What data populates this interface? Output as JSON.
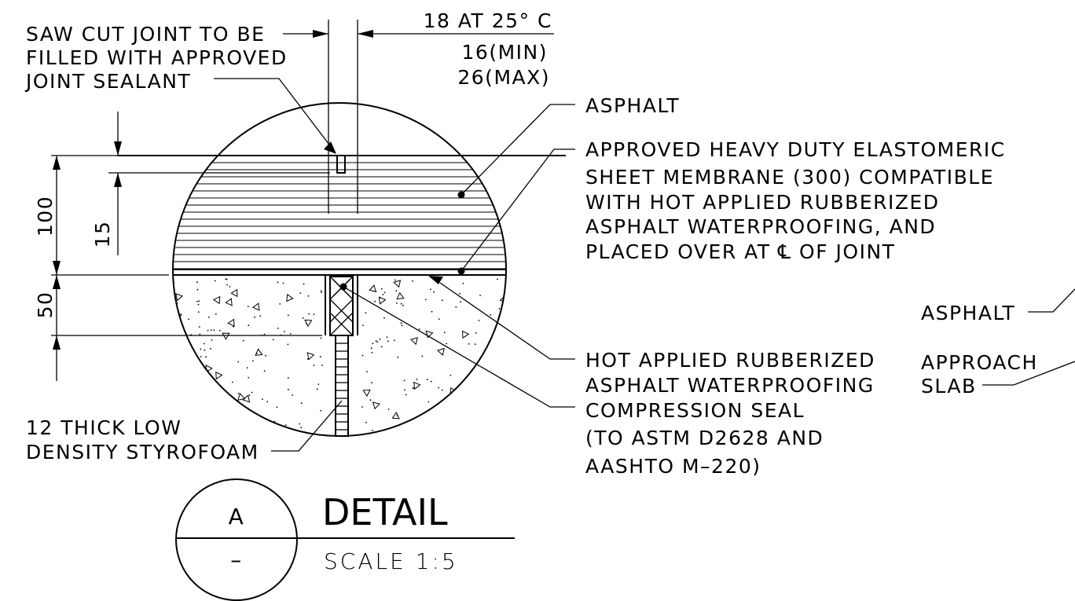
{
  "labels": {
    "saw_cut": [
      "SAW CUT JOINT TO BE",
      "FILLED WITH APPROVED",
      "JOINT SEALANT"
    ],
    "gap_dims": [
      "18 AT 25° C",
      "16(MIN)",
      "26(MAX)"
    ],
    "asphalt": "ASPHALT",
    "membrane": [
      "APPROVED HEAVY DUTY ELASTOMERIC",
      "SHEET MEMBRANE (300) COMPATIBLE",
      "WITH HOT APPLIED RUBBERIZED",
      "ASPHALT WATERPROOFING, AND",
      "PLACED OVER AT ℄ OF JOINT"
    ],
    "hot_applied": [
      "HOT APPLIED RUBBERIZED",
      "ASPHALT WATERPROOFING"
    ],
    "compression_seal": [
      "COMPRESSION SEAL",
      "(TO ASTM D2628 AND",
      "AASHTO M–220)"
    ],
    "styrofoam": [
      "12 THICK LOW",
      "DENSITY STYROFOAM"
    ],
    "side_asphalt": "ASPHALT",
    "approach_slab": [
      "APPROACH",
      "SLAB"
    ]
  },
  "dimensions": {
    "d100": "100",
    "d15": "15",
    "d50": "50"
  },
  "title_block": {
    "detail_letter": "A",
    "sheet_ref": "–",
    "title": "DETAIL",
    "scale": "SCALE  1:5"
  }
}
